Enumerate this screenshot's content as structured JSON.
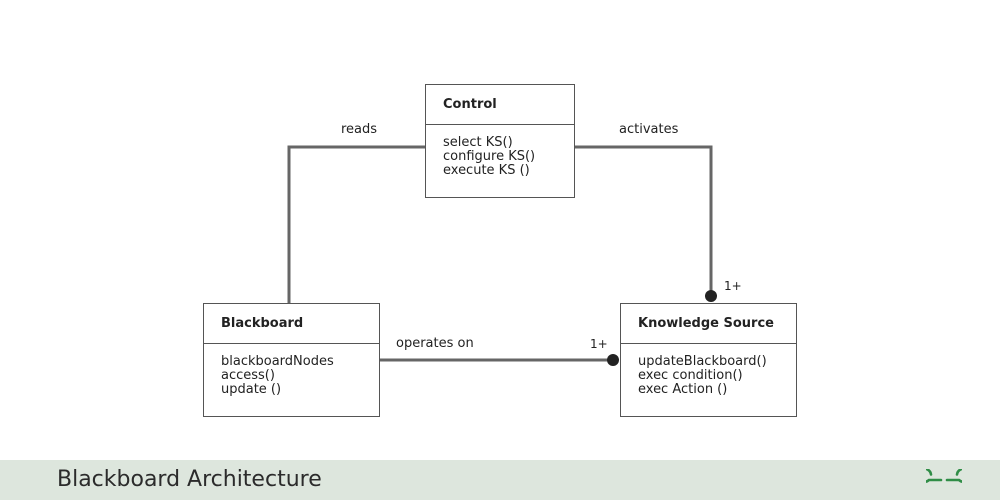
{
  "diagram": {
    "classes": {
      "control": {
        "name": "Control",
        "methods": [
          "select KS()",
          "configure KS()",
          "execute KS ()"
        ]
      },
      "blackboard": {
        "name": "Blackboard",
        "members": [
          "blackboardNodes",
          "access()",
          "update ()"
        ]
      },
      "knowledge_source": {
        "name": "Knowledge Source",
        "methods": [
          "updateBlackboard()",
          "exec condition()",
          "exec Action ()"
        ]
      }
    },
    "relations": {
      "reads": {
        "label": "reads"
      },
      "activates": {
        "label": "activates",
        "multiplicity": "1+"
      },
      "operates_on": {
        "label": "operates on",
        "multiplicity": "1+"
      }
    }
  },
  "footer": {
    "title": "Blackboard Architecture",
    "logo_icon": "geeksforgeeks-logo-icon"
  },
  "colors": {
    "line": "#666666",
    "footer_bg": "#dde6dd",
    "logo": "#2f8d46"
  }
}
